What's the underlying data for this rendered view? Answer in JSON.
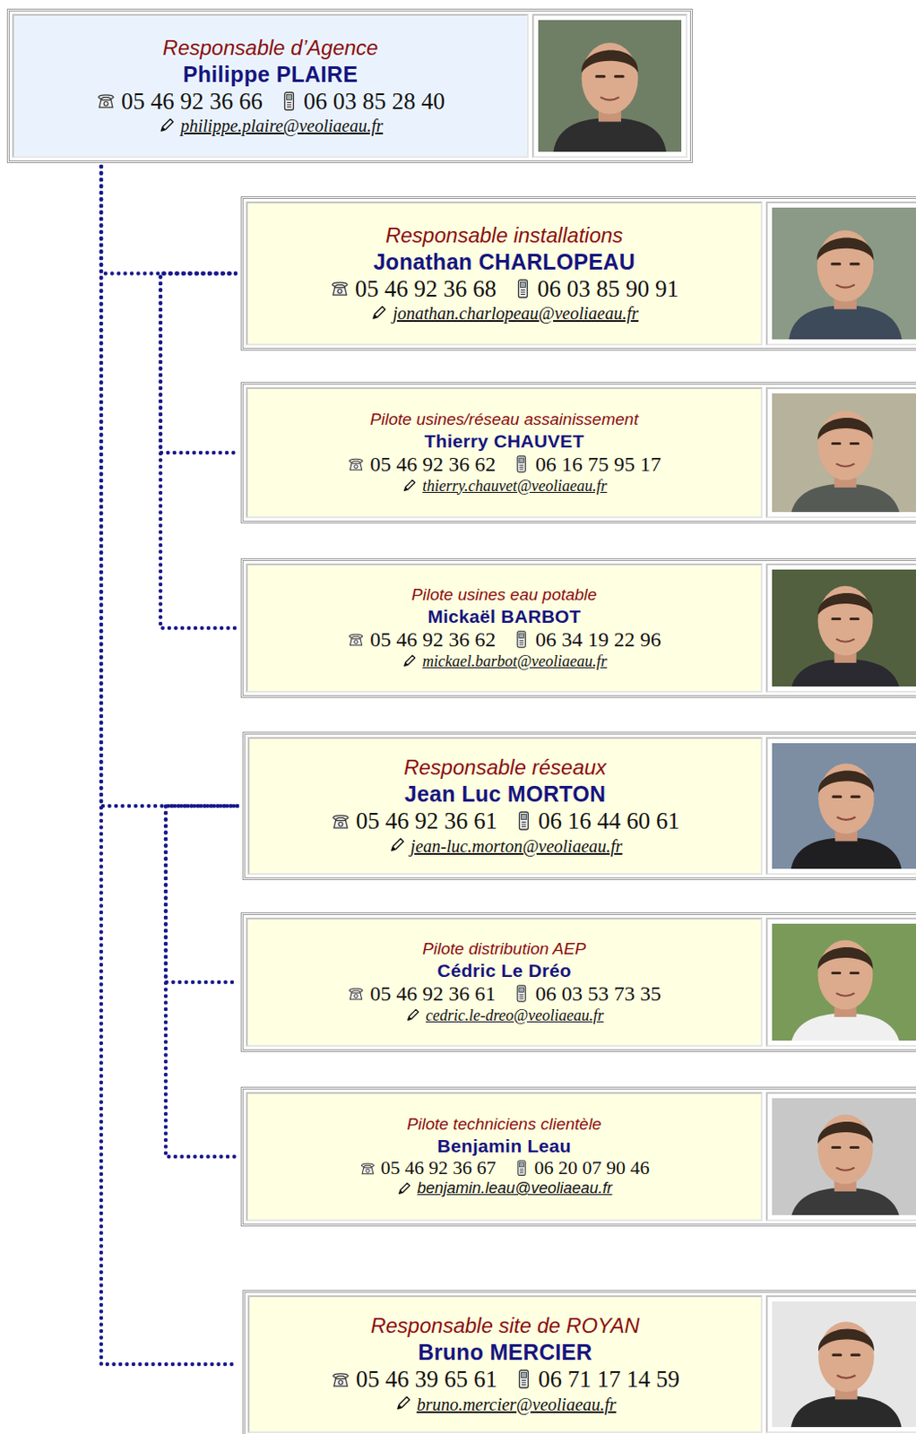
{
  "diagram": {
    "nodes": [
      {
        "text": [
          "Responsable d’Agence",
          "Philippe PLAIRE",
          "05 46 92 36 66",
          "06 03 85 28 40",
          "philippe.plaire@veoliaeau.fr"
        ]
      },
      {
        "text": [
          "Responsable installations",
          "Jonathan CHARLOPEAU",
          "05 46 92 36 68",
          "06 03 85 90 91",
          "jonathan.charlopeau@veoliaeau.fr"
        ]
      },
      {
        "text": [
          "Pilote usines/réseau assainissement",
          "Thierry CHAUVET",
          "05 46 92 36 62",
          "06 16 75 95 17",
          "thierry.chauvet@veoliaeau.fr"
        ]
      },
      {
        "text": [
          "Pilote usines eau potable",
          "Mickaël BARBOT",
          "05 46 92 36 62",
          "06 34 19 22 96",
          "mickael.barbot@veoliaeau.fr"
        ]
      },
      {
        "text": [
          "Responsable réseaux",
          "Jean Luc MORTON",
          "05 46 92 36 61",
          "06 16 44 60 61",
          "jean-luc.morton@veoliaeau.fr"
        ]
      },
      {
        "text": [
          "Pilote distribution AEP",
          "Cédric Le Dréo",
          "05 46 92 36 61",
          "06 03 53 73 35",
          "cedric.le-dreo@veoliaeau.fr"
        ]
      },
      {
        "text": [
          "Pilote techniciens clientèle",
          "Benjamin Leau",
          "05 46 92 36 67",
          "06 20 07 90 46",
          "benjamin.leau@veoliaeau.fr"
        ]
      },
      {
        "text": [
          "Responsable site de ROYAN",
          "Bruno MERCIER",
          "05 46 39 65 61",
          "06 71 17 14 59",
          "bruno.mercier@veoliaeau.fr"
        ]
      }
    ],
    "edges": [
      {
        "from": 0,
        "to": 1,
        "arrow": "none"
      },
      {
        "from": 1,
        "to": 2,
        "arrow": "none"
      },
      {
        "from": 1,
        "to": 3,
        "arrow": "none"
      },
      {
        "from": 0,
        "to": 4,
        "arrow": "none"
      },
      {
        "from": 4,
        "to": 5,
        "arrow": "none"
      },
      {
        "from": 4,
        "to": 6,
        "arrow": "none"
      },
      {
        "from": 0,
        "to": 7,
        "arrow": "none"
      }
    ]
  }
}
